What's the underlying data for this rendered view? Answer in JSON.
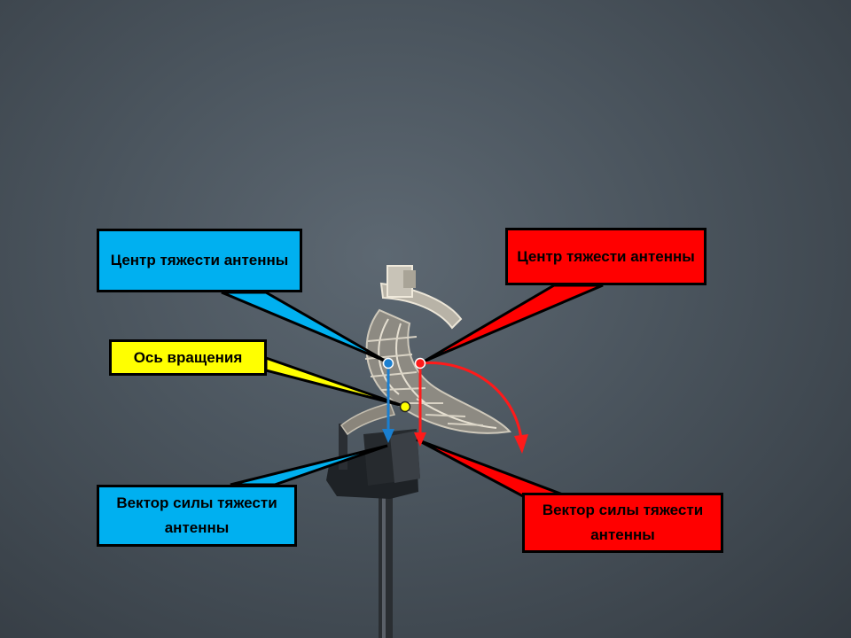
{
  "labels": {
    "blue_top": "Центр тяжести антенны",
    "red_top": "Центр тяжести антенны",
    "yellow": "Ось вращения",
    "blue_bottom": "Вектор силы тяжести антенны",
    "red_bottom": "Вектор силы тяжести антенны"
  },
  "colors": {
    "blue": "#00b0f0",
    "red": "#ff0000",
    "yellow": "#ffff00",
    "blue_marker": "#1a7fd0",
    "red_marker": "#ff1a1a"
  }
}
